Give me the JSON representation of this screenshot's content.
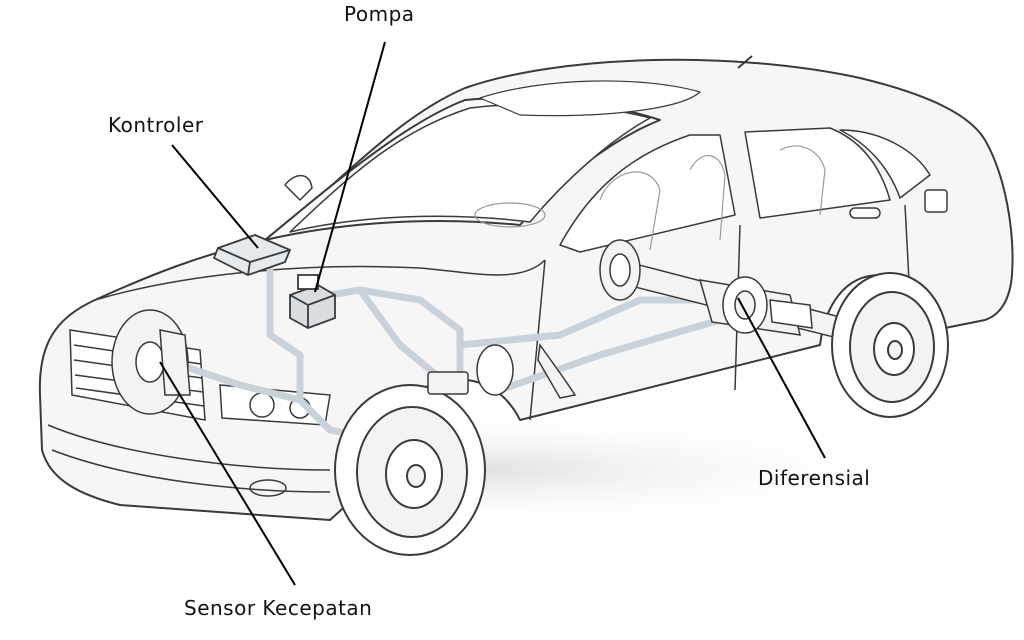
{
  "diagram": {
    "labels": {
      "pompa": "Pompa",
      "kontroler": "Kontroler",
      "diferensial": "Diferensial",
      "sensor_kecepatan": "Sensor Kecepatan"
    },
    "colors": {
      "outline": "#3a3a3a",
      "fill": "#f4f4f4",
      "brake_line": "#c9d2da",
      "leader": "#000000"
    }
  }
}
